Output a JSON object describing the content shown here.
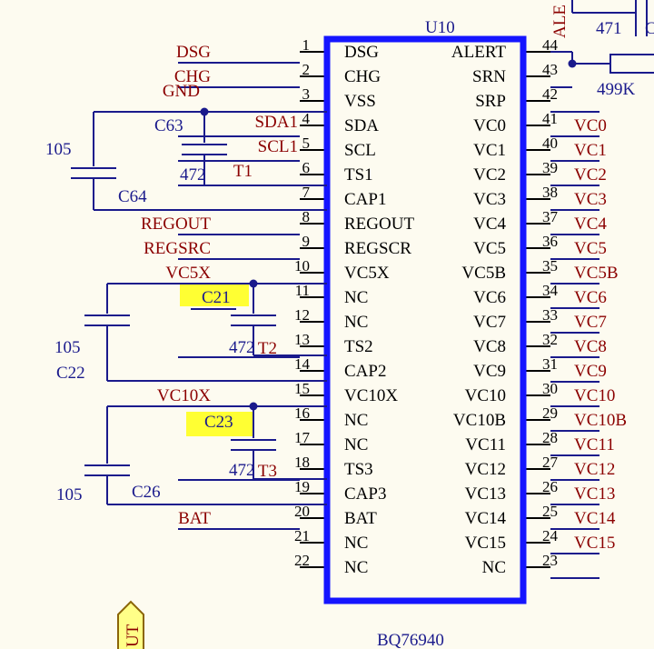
{
  "ic": {
    "ref": "U10",
    "part": "BQ76940"
  },
  "left_pins": [
    {
      "num": "1",
      "name": "DSG",
      "net": "DSG"
    },
    {
      "num": "2",
      "name": "CHG",
      "net": "CHG"
    },
    {
      "num": "3",
      "name": "VSS",
      "net": "GND"
    },
    {
      "num": "4",
      "name": "SDA",
      "net": "SDA1"
    },
    {
      "num": "5",
      "name": "SCL",
      "net": "SCL1"
    },
    {
      "num": "6",
      "name": "TS1",
      "net": "T1"
    },
    {
      "num": "7",
      "name": "CAP1",
      "net": ""
    },
    {
      "num": "8",
      "name": "REGOUT",
      "net": "REGOUT"
    },
    {
      "num": "9",
      "name": "REGSCR",
      "net": "REGSRC"
    },
    {
      "num": "10",
      "name": "VC5X",
      "net": "VC5X"
    },
    {
      "num": "11",
      "name": "NC",
      "net": ""
    },
    {
      "num": "12",
      "name": "NC",
      "net": ""
    },
    {
      "num": "13",
      "name": "TS2",
      "net": "T2"
    },
    {
      "num": "14",
      "name": "CAP2",
      "net": ""
    },
    {
      "num": "15",
      "name": "VC10X",
      "net": "VC10X"
    },
    {
      "num": "16",
      "name": "NC",
      "net": ""
    },
    {
      "num": "17",
      "name": "NC",
      "net": ""
    },
    {
      "num": "18",
      "name": "TS3",
      "net": "T3"
    },
    {
      "num": "19",
      "name": "CAP3",
      "net": ""
    },
    {
      "num": "20",
      "name": "BAT",
      "net": "BAT"
    },
    {
      "num": "21",
      "name": "NC",
      "net": ""
    },
    {
      "num": "22",
      "name": "NC",
      "net": ""
    }
  ],
  "right_pins": [
    {
      "num": "44",
      "name": "ALERT",
      "net": ""
    },
    {
      "num": "43",
      "name": "SRN",
      "net": ""
    },
    {
      "num": "42",
      "name": "SRP",
      "net": ""
    },
    {
      "num": "41",
      "name": "VC0",
      "net": "VC0"
    },
    {
      "num": "40",
      "name": "VC1",
      "net": "VC1"
    },
    {
      "num": "39",
      "name": "VC2",
      "net": "VC2"
    },
    {
      "num": "38",
      "name": "VC3",
      "net": "VC3"
    },
    {
      "num": "37",
      "name": "VC4",
      "net": "VC4"
    },
    {
      "num": "36",
      "name": "VC5",
      "net": "VC5"
    },
    {
      "num": "35",
      "name": "VC5B",
      "net": "VC5B"
    },
    {
      "num": "34",
      "name": "VC6",
      "net": "VC6"
    },
    {
      "num": "33",
      "name": "VC7",
      "net": "VC7"
    },
    {
      "num": "32",
      "name": "VC8",
      "net": "VC8"
    },
    {
      "num": "31",
      "name": "VC9",
      "net": "VC9"
    },
    {
      "num": "30",
      "name": "VC10",
      "net": "VC10"
    },
    {
      "num": "29",
      "name": "VC10B",
      "net": "VC10B"
    },
    {
      "num": "28",
      "name": "VC11",
      "net": "VC11"
    },
    {
      "num": "27",
      "name": "VC12",
      "net": "VC12"
    },
    {
      "num": "26",
      "name": "VC13",
      "net": "VC13"
    },
    {
      "num": "25",
      "name": "VC14",
      "net": "VC14"
    },
    {
      "num": "24",
      "name": "VC15",
      "net": "VC15"
    },
    {
      "num": "23",
      "name": "NC",
      "net": ""
    }
  ],
  "components": {
    "c63": {
      "ref": "C63",
      "value": "472"
    },
    "c64": {
      "ref": "C64",
      "value": "105"
    },
    "c21": {
      "ref": "C21",
      "value": "472"
    },
    "c22": {
      "ref": "C22",
      "value": "105"
    },
    "c23": {
      "ref": "C23",
      "value": "472"
    },
    "c26": {
      "ref": "C26",
      "value": "105"
    },
    "r_srn": {
      "value": "499K"
    },
    "c_alert": {
      "value": "471"
    }
  },
  "partial_labels": {
    "alert_net": "ALE",
    "bottom_port": "UT",
    "top_right_cut": "C"
  },
  "colors": {
    "body": "#1515ff",
    "wire": "#1a1a8c",
    "net": "#8b0000",
    "highlight": "#ffff33"
  }
}
